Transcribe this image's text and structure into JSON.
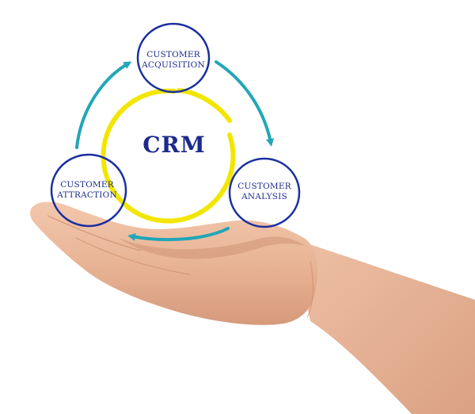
{
  "diagram": {
    "center": {
      "label": "CRM"
    },
    "nodes": [
      {
        "id": "acquisition",
        "line1": "CUSTOMER",
        "line2": "ACQUISITION"
      },
      {
        "id": "analysis",
        "line1": "CUSTOMER",
        "line2": "ANALYSIS"
      },
      {
        "id": "attraction",
        "line1": "CUSTOMER",
        "line2": "ATTRACTION"
      }
    ],
    "flow": [
      "acquisition",
      "analysis",
      "attraction",
      "acquisition"
    ]
  },
  "colors": {
    "circle_stroke": "#1a2fa0",
    "center_ring": "#f2e600",
    "arrow": "#22a6b8",
    "text": "#1c2a8c",
    "skin": "#e9b79a",
    "skin_shadow": "#cf9677",
    "background": "#ffffff"
  },
  "icons": {
    "flow_arrow": "arrow-icon",
    "hand": "hand-image"
  }
}
